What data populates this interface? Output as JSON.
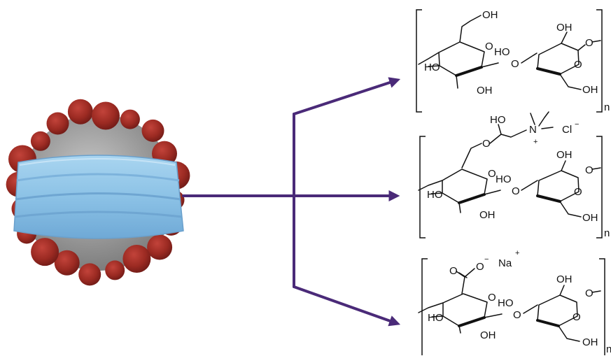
{
  "colors": {
    "arrow": "#4a2a78",
    "mask": "#8fc4e6",
    "mask_dark": "#5f9ccb",
    "virus_spike": "#9b2a22",
    "virus_body": "#9a9a9a",
    "ink": "#111111"
  },
  "icons": {
    "virus": "coronavirus-icon",
    "mask": "face-mask-icon"
  },
  "structures": [
    {
      "labels": {
        "oh_top": "OH",
        "oh_top2": "OH",
        "ho_left": "HO",
        "ho_mid": "HO",
        "oh_bottom": "OH",
        "oh_bottom2": "OH",
        "ring_o1": "O",
        "ring_o2": "O",
        "link_o": "O",
        "end_o": "O",
        "repeat": "n"
      }
    },
    {
      "labels": {
        "ho_cation": "HO",
        "n_atom": "N",
        "charge": "+",
        "chloride": "Cl",
        "chloride_charge": "−",
        "ether_o": "O",
        "oh_top2": "OH",
        "ho_left": "HO",
        "ho_mid": "HO",
        "oh_bottom": "OH",
        "oh_bottom2": "OH",
        "ring_o1": "O",
        "ring_o2": "O",
        "link_o": "O",
        "end_o": "O",
        "repeat": "n"
      }
    },
    {
      "labels": {
        "carboxylate_o": "O",
        "carboxylate_charge": "−",
        "sodium": "Na",
        "sodium_charge": "+",
        "carbonyl_o": "O",
        "oh_top2": "OH",
        "ho_left": "HO",
        "ho_mid": "HO",
        "oh_bottom": "OH",
        "oh_bottom2": "OH",
        "ring_o1": "O",
        "ring_o2": "O",
        "link_o": "O",
        "end_o": "O",
        "repeat": "n"
      }
    }
  ]
}
